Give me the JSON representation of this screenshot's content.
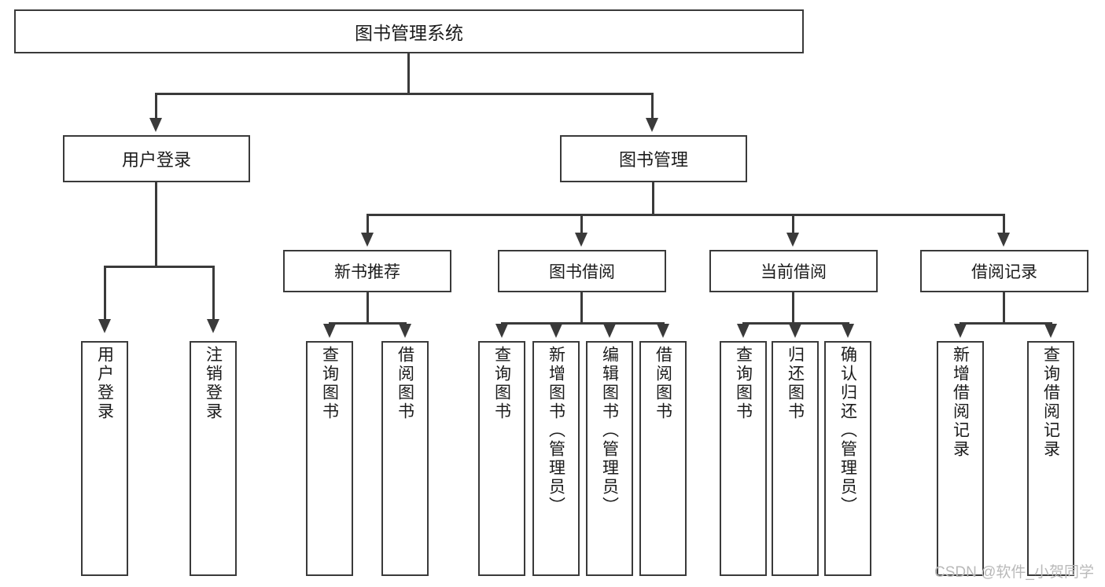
{
  "diagram": {
    "type": "tree",
    "title": "图书管理系统",
    "orientation": "top-down",
    "root": {
      "label": "图书管理系统"
    },
    "level2": [
      {
        "label": "用户登录"
      },
      {
        "label": "图书管理"
      }
    ],
    "level3": [
      {
        "label": "新书推荐"
      },
      {
        "label": "图书借阅"
      },
      {
        "label": "当前借阅"
      },
      {
        "label": "借阅记录"
      }
    ],
    "leaves": {
      "user_login": [
        {
          "label": "用户登录"
        },
        {
          "label": "注销登录"
        }
      ],
      "new_book_recommend": [
        {
          "label": "查询图书"
        },
        {
          "label": "借阅图书"
        }
      ],
      "book_borrow": [
        {
          "label": "查询图书"
        },
        {
          "label": "新增图书（管理员）"
        },
        {
          "label": "编辑图书（管理员）"
        },
        {
          "label": "借阅图书"
        }
      ],
      "current_borrow": [
        {
          "label": "查询图书"
        },
        {
          "label": "归还图书"
        },
        {
          "label": "确认归还（管理员）"
        }
      ],
      "borrow_record": [
        {
          "label": "新增借阅记录"
        },
        {
          "label": "查询借阅记录"
        }
      ]
    }
  },
  "watermark": {
    "text": "CSDN @软件_小贺同学"
  },
  "colors": {
    "stroke": "#3a3a3a",
    "text": "#1b1b1b",
    "background": "#ffffff",
    "watermark": "#b9b9b9"
  }
}
